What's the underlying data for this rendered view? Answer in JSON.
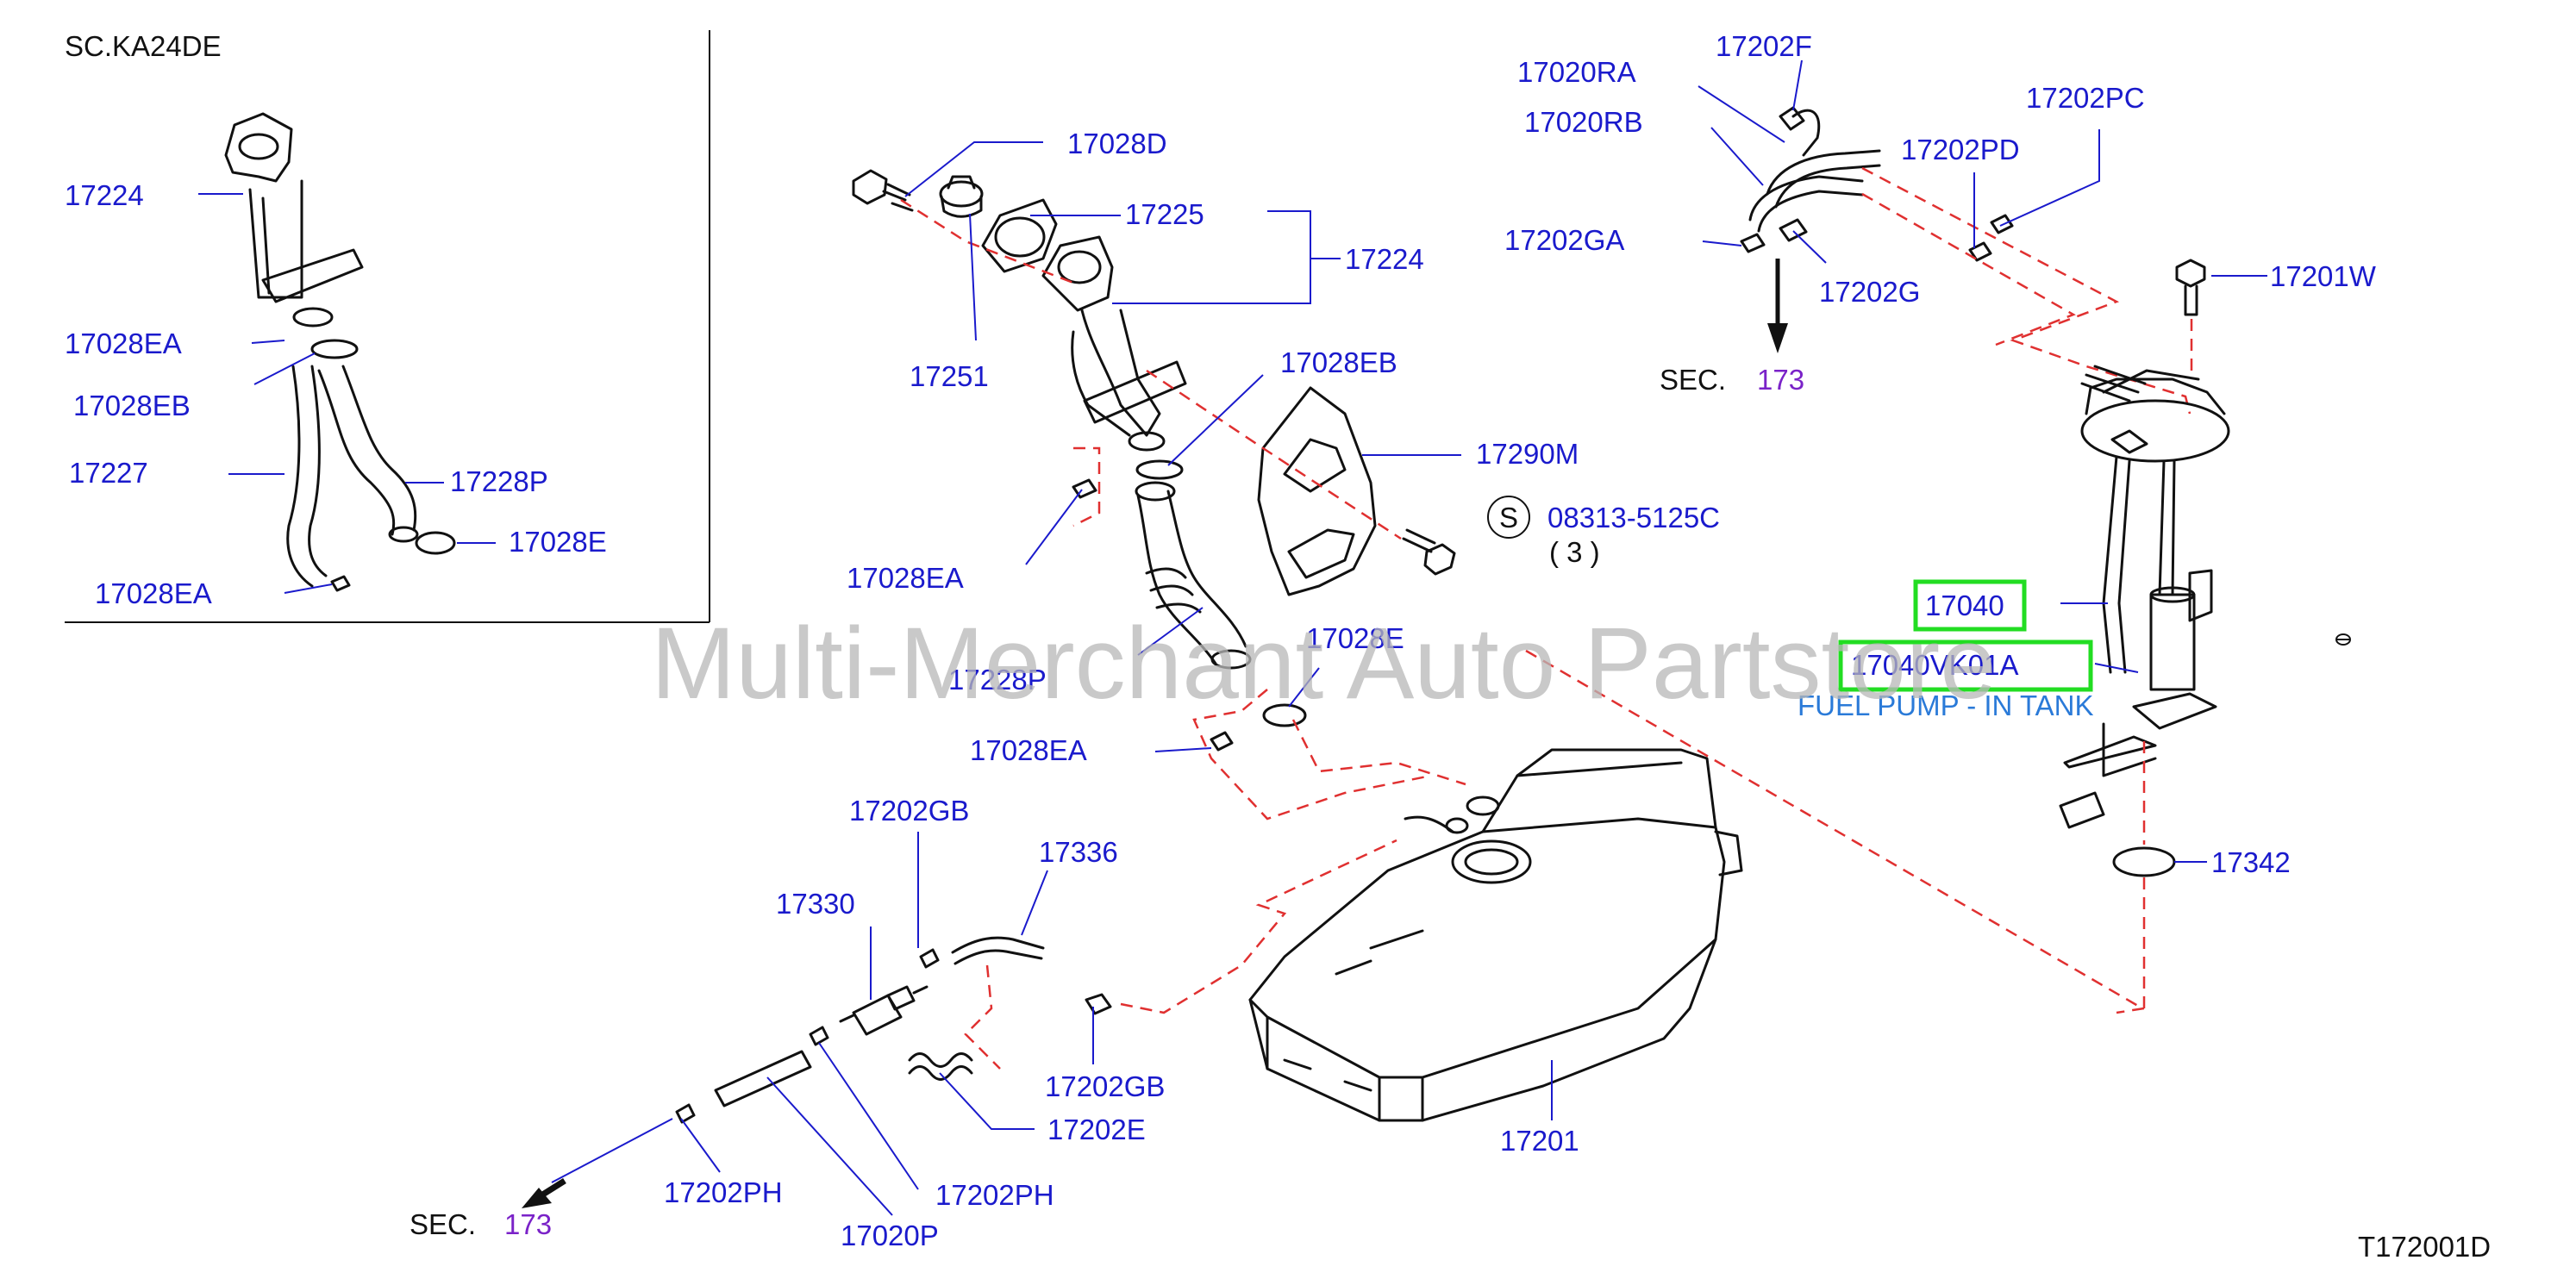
{
  "inset": {
    "title": "SC.KA24DE"
  },
  "labels": {
    "l17224a": "17224",
    "l17028EAa": "17028EA",
    "l17028EBa": "17028EB",
    "l17227": "17227",
    "l17228Pa": "17228P",
    "l17028Ea": "17028E",
    "l17028EAb": "17028EA",
    "l17028D": "17028D",
    "l17225": "17225",
    "l17224b": "17224",
    "l17251": "17251",
    "l17028EBb": "17028EB",
    "l17290M": "17290M",
    "l08313": "08313-5125C",
    "lqty": "( 3 )",
    "lS": "S",
    "l17028EAc": "17028EA",
    "l17228Pb": "17228P",
    "l17028Eb": "17028E",
    "l17028EAd": "17028EA",
    "l17202GBa": "17202GB",
    "l17336": "17336",
    "l17330": "17330",
    "l17202GBb": "17202GB",
    "l17202E": "17202E",
    "l17201": "17201",
    "l17202PHa": "17202PH",
    "l17202PHb": "17202PH",
    "l17020P": "17020P",
    "l17020RA": "17020RA",
    "l17020RB": "17020RB",
    "l17202F": "17202F",
    "l17202PC": "17202PC",
    "l17202PD": "17202PD",
    "l17202GA": "17202GA",
    "l17202G": "17202G",
    "l17201W": "17201W",
    "l17040": "17040",
    "l17040VK01A": "17040VK01A",
    "l17342": "17342"
  },
  "sec_refs": {
    "top_prefix": "SEC.",
    "top_num": "173",
    "bottom_prefix": "SEC.",
    "bottom_num": "173"
  },
  "annotation": "FUEL PUMP - IN TANK",
  "watermark": "Multi-Merchant Auto Partstore",
  "diagram_code": "T172001D",
  "colors": {
    "label": "#1a1acc",
    "sec_number": "#7a22c8",
    "highlight": "#22dd22",
    "dashed": "#e03030",
    "annotation": "#2a7ad8"
  }
}
